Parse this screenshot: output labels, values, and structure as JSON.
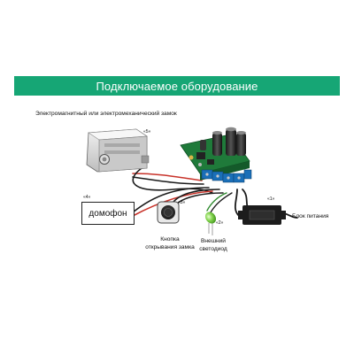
{
  "banner": {
    "title": "Подключаемое оборудование",
    "color": "#16a675"
  },
  "subtitle": "Электромагнитный или электромеханический замок",
  "components": {
    "lock": {
      "number": "«5»"
    },
    "intercom": {
      "number": "«4»",
      "label": "домофон"
    },
    "button": {
      "number": "«3»",
      "label_line1": "Кнопка",
      "label_line2": "открывания замка"
    },
    "led": {
      "number": "«2»",
      "label_line1": "Внешний",
      "label_line2": "светодиод"
    },
    "power": {
      "number": "«1»",
      "label": "Блок питания"
    }
  },
  "icons": [
    "lock-icon",
    "controller-board-icon",
    "push-button-icon",
    "led-icon",
    "power-supply-icon"
  ]
}
